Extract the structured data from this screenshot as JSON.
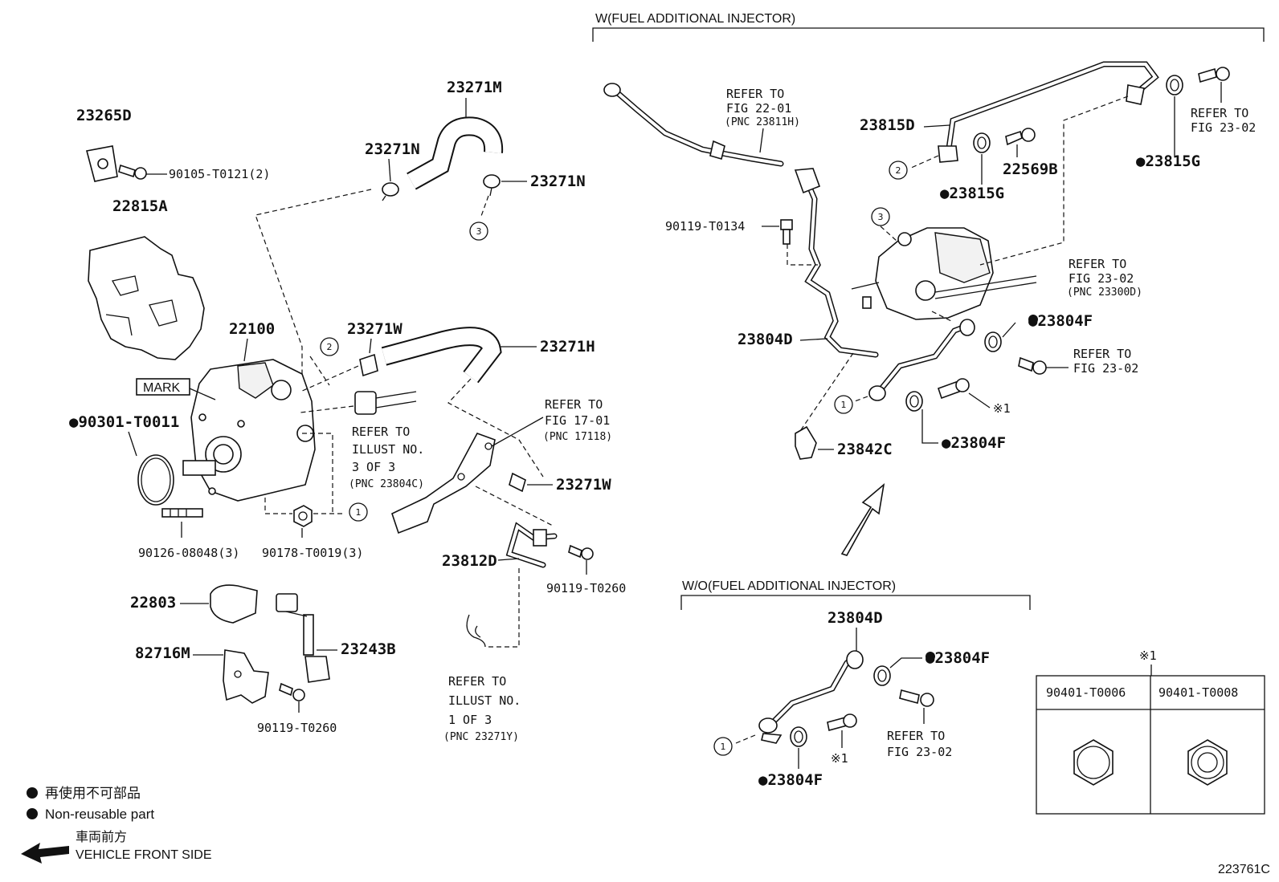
{
  "groups": {
    "with_injector": "W(FUEL ADDITIONAL INJECTOR)",
    "without_injector": "W/O(FUEL ADDITIONAL INJECTOR)"
  },
  "parts": {
    "p23265D": "23265D",
    "p90105": "90105-T0121(2)",
    "p22815A": "22815A",
    "p22100": "22100",
    "mark": "MARK",
    "p90301": "●90301-T0011",
    "p90126": "90126-08048(3)",
    "p90178": "90178-T0019(3)",
    "p23271M": "23271M",
    "p23271N_a": "23271N",
    "p23271N_b": "23271N",
    "p23271W_a": "23271W",
    "p23271H": "23271H",
    "p23271W_b": "23271W",
    "p23812D": "23812D",
    "p90119_a": "90119-T0260",
    "p22803": "22803",
    "p82716M": "82716M",
    "p23243B": "23243B",
    "p90119_b": "90119-T0260",
    "p90119_T0134": "90119-T0134",
    "p23804D_a": "23804D",
    "p23842C": "23842C",
    "p23815D": "23815D",
    "p22569B": "22569B",
    "p23815G_a": "●23815G",
    "p23815G_b": "●23815G",
    "p23804F_a": "●23804F",
    "p23804F_b": "●23804F",
    "p23804D_b": "23804D",
    "p23804F_c": "●23804F",
    "p23804F_d": "●23804F",
    "star1_a": "※1",
    "star1_b": "※1",
    "star1_c": "※1"
  },
  "refs": {
    "fig2201": [
      "REFER TO",
      "FIG 22-01",
      "(PNC 23811H)"
    ],
    "illust3": [
      "REFER TO",
      "ILLUST NO.",
      "3 OF 3",
      "(PNC 23804C)"
    ],
    "fig1701": [
      "REFER TO",
      "FIG 17-01",
      "(PNC 17118)"
    ],
    "illust1": [
      "REFER TO",
      "ILLUST NO.",
      "1 OF 3",
      "(PNC 23271Y)"
    ],
    "fig2302_a": [
      "REFER TO",
      "FIG 23-02"
    ],
    "fig2302_b": [
      "REFER TO",
      "FIG 23-02",
      "(PNC 23300D)"
    ],
    "fig2302_c": [
      "REFER TO",
      "FIG 23-02"
    ],
    "fig2302_d": [
      "REFER TO",
      "FIG 23-02"
    ]
  },
  "callouts": {
    "c1": "1",
    "c2": "2",
    "c3": "3"
  },
  "table": {
    "col1": "90401-T0006",
    "col2": "90401-T0008"
  },
  "legend": {
    "nonreuse_jp": "再使用不可部品",
    "nonreuse_en": "Non-reusable part",
    "front_jp": "車両前方",
    "front_en": "VEHICLE FRONT SIDE"
  },
  "figure_id": "223761C",
  "colors": {
    "ink": "#111111",
    "background": "#ffffff"
  }
}
